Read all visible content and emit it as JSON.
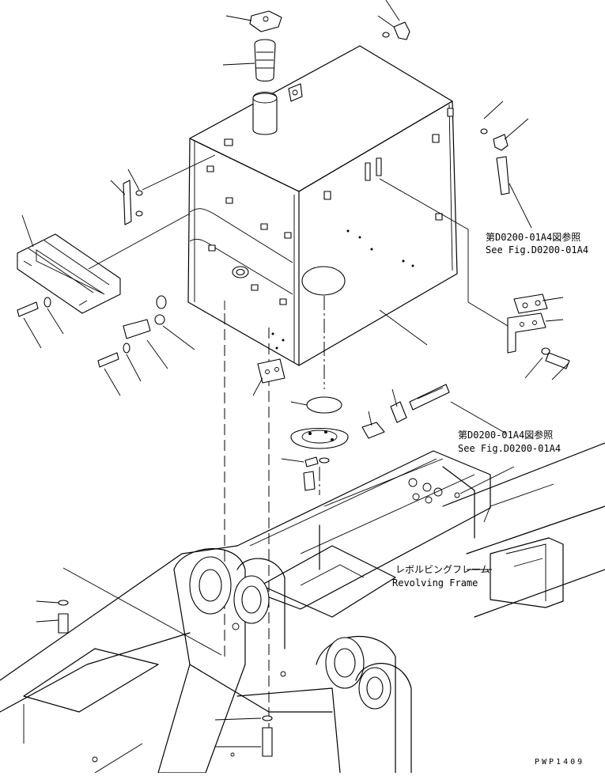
{
  "diagram": {
    "references": [
      {
        "jp": "第D0200-01A4図参照",
        "en": "See Fig.D0200-01A4"
      },
      {
        "jp": "第D0200-01A4図参照",
        "en": "See Fig.D0200-01A4"
      }
    ],
    "frame_label": {
      "jp": "レボルビングフレーム",
      "en": "Revolving Frame"
    },
    "drawing_code": "PWP1409"
  }
}
